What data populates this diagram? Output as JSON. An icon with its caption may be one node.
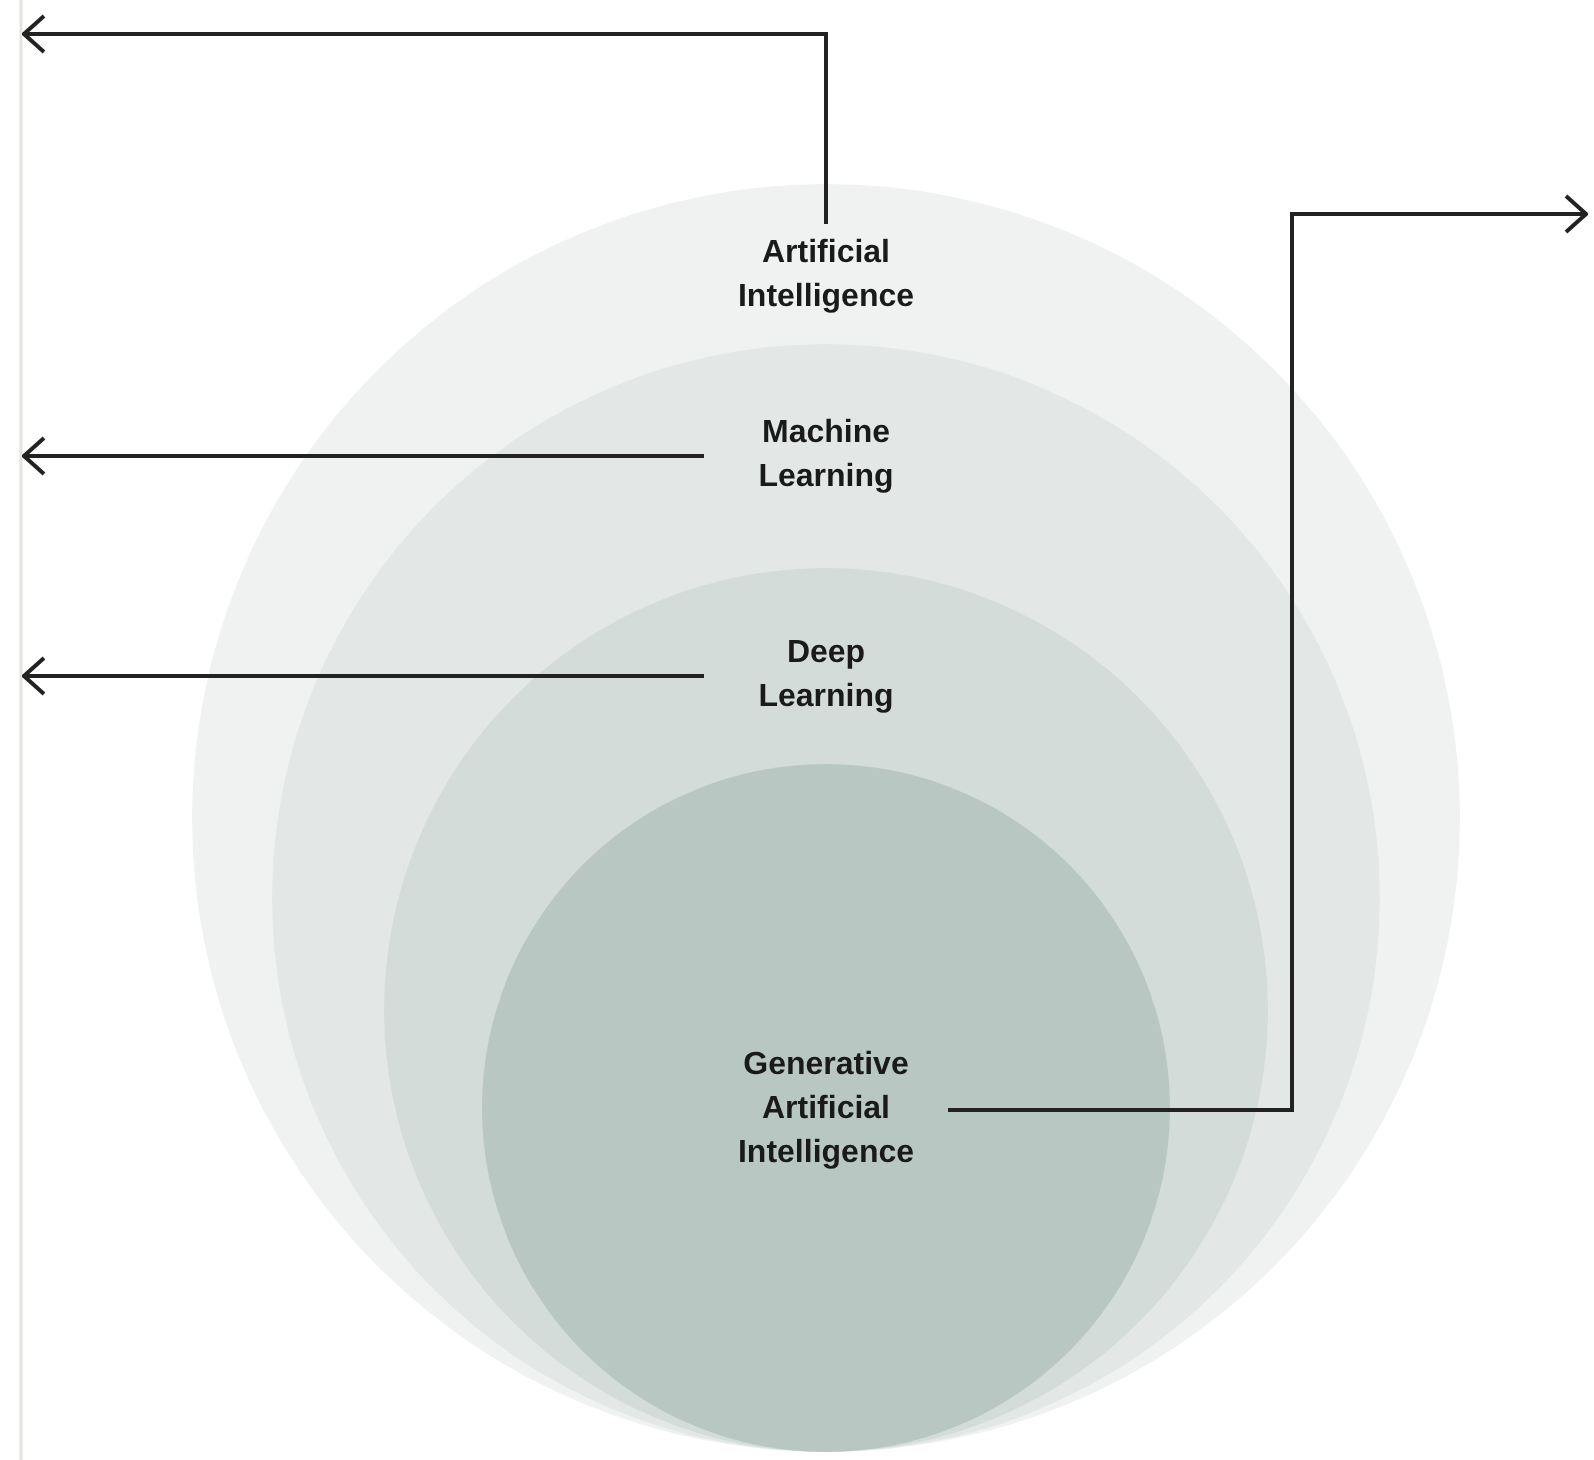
{
  "diagram": {
    "nodes": [
      {
        "text": [
          "Artificial Intelligence"
        ]
      },
      {
        "text": [
          "Machine Learning"
        ],
        "in": 0
      },
      {
        "text": [
          "Deep Learning"
        ],
        "in": 1
      },
      {
        "text": [
          "Generative Artificial Intelligence"
        ],
        "in": 2
      }
    ],
    "edges": [
      {
        "from": 0,
        "to": null,
        "arrow": "to"
      },
      {
        "from": 1,
        "to": null,
        "arrow": "to"
      },
      {
        "from": 2,
        "to": null,
        "arrow": "to"
      },
      {
        "from": 3,
        "to": null,
        "arrow": "to"
      }
    ]
  }
}
